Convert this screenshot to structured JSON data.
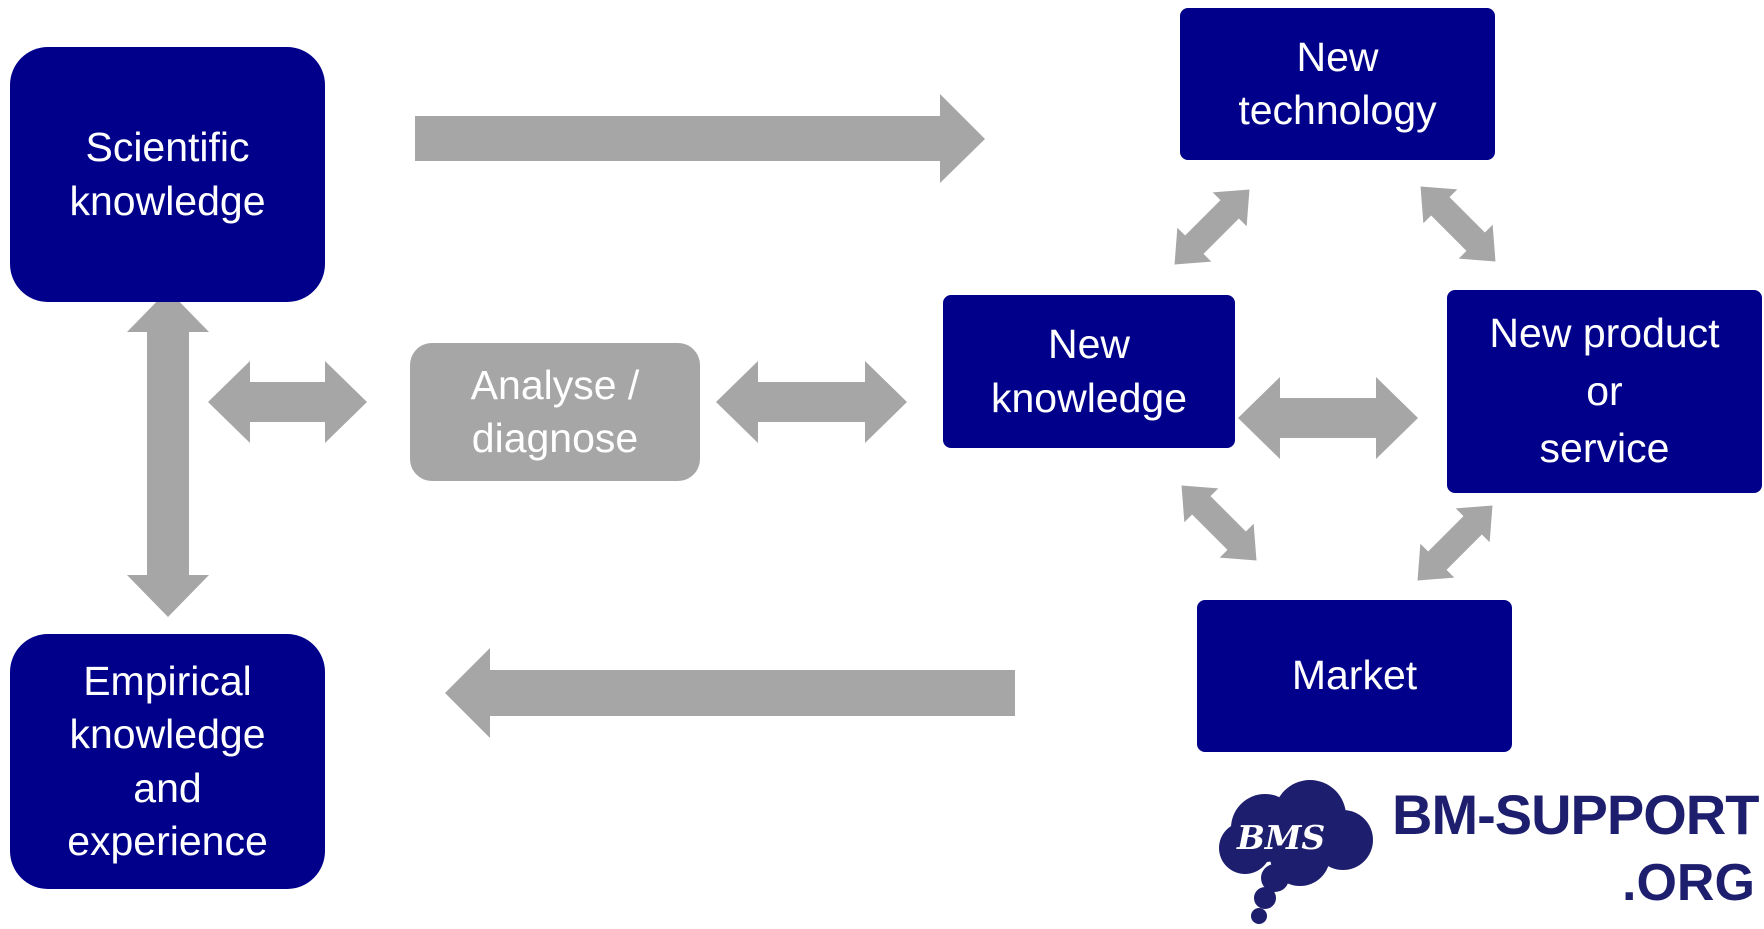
{
  "nodes": {
    "scientific_knowledge": "Scientific\nknowledge",
    "empirical_knowledge": "Empirical\nknowledge\nand\nexperience",
    "analyse_diagnose": "Analyse /\ndiagnose",
    "new_knowledge": "New\nknowledge",
    "new_technology": "New\ntechnology",
    "new_product_or_service": "New product\nor\nservice",
    "market": "Market"
  },
  "logo": {
    "monogram": "BMS",
    "name": "BM-SUPPORT",
    "suffix": ".ORG"
  },
  "colors": {
    "node_fill": "#00008b",
    "analyse_fill": "#a6a6a6",
    "arrow_fill": "#a6a6a6",
    "node_text": "#ffffff",
    "logo_text": "#1e1e6e"
  }
}
